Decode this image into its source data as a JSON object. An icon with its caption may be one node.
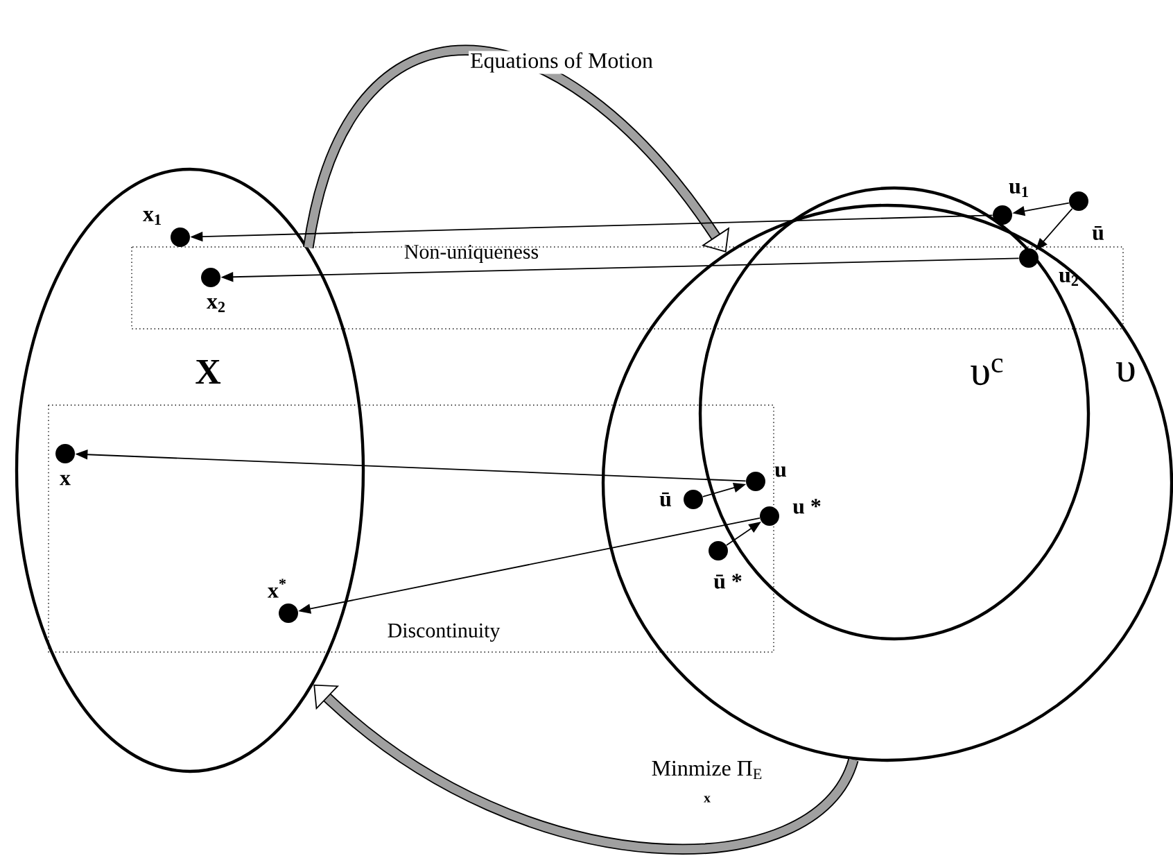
{
  "diagram": {
    "nodes": [
      {
        "text": [
          "X"
        ]
      },
      {
        "text": [
          "υ"
        ]
      },
      {
        "text": [
          "υ$^{c}$"
        ],
        "in": 1
      },
      {
        "text": [],
        "shape": "circle",
        "beside": [
          "x$_{1}$"
        ],
        "in": 0
      },
      {
        "text": [],
        "shape": "circle",
        "beside": [
          "x$_{2}$"
        ],
        "in": 0
      },
      {
        "text": [],
        "shape": "circle",
        "beside": [
          "u$_{1}$"
        ]
      },
      {
        "text": [],
        "shape": "circle"
      },
      {
        "text": [],
        "shape": "circle",
        "in": 2
      },
      {
        "text": [],
        "shape": "circle",
        "beside": [
          "x"
        ],
        "in": 0
      },
      {
        "text": [],
        "shape": "circle",
        "beside": [
          "u"
        ],
        "in": 2
      },
      {
        "text": [],
        "shape": "circle",
        "beside": [
          "ū"
        ],
        "in": 1
      },
      {
        "text": [],
        "shape": "circle",
        "beside": [
          "u *"
        ],
        "in": 2
      },
      {
        "text": [],
        "shape": "circle",
        "beside": [
          "ū *"
        ],
        "in": 1
      },
      {
        "text": [],
        "shape": "circle",
        "beside": [
          "x$^{*}$"
        ],
        "in": 0
      }
    ],
    "edges": [
      {
        "from": 0,
        "to": 1,
        "arrow": "to",
        "label": "Equations of Motion",
        "style": "thick"
      },
      {
        "from": 1,
        "to": 0,
        "arrow": "to",
        "label": "Minmize Π$_{E}$",
        "style": "thick"
      },
      {
        "from": 5,
        "to": 3,
        "arrow": "to"
      },
      {
        "from": 7,
        "to": 4,
        "arrow": "to"
      },
      {
        "from": 6,
        "to": 5,
        "arrow": "to"
      },
      {
        "from": 6,
        "to": 7,
        "arrow": "to"
      },
      {
        "from": 9,
        "to": 8,
        "arrow": "to"
      },
      {
        "from": 11,
        "to": 13,
        "arrow": "to"
      },
      {
        "from": 10,
        "to": 9,
        "arrow": "to"
      },
      {
        "from": 12,
        "to": 11,
        "arrow": "to"
      }
    ],
    "labels": [
      "Non-uniqueness",
      "ū",
      "u$_{2}$",
      "Discontinuity",
      "x"
    ]
  }
}
